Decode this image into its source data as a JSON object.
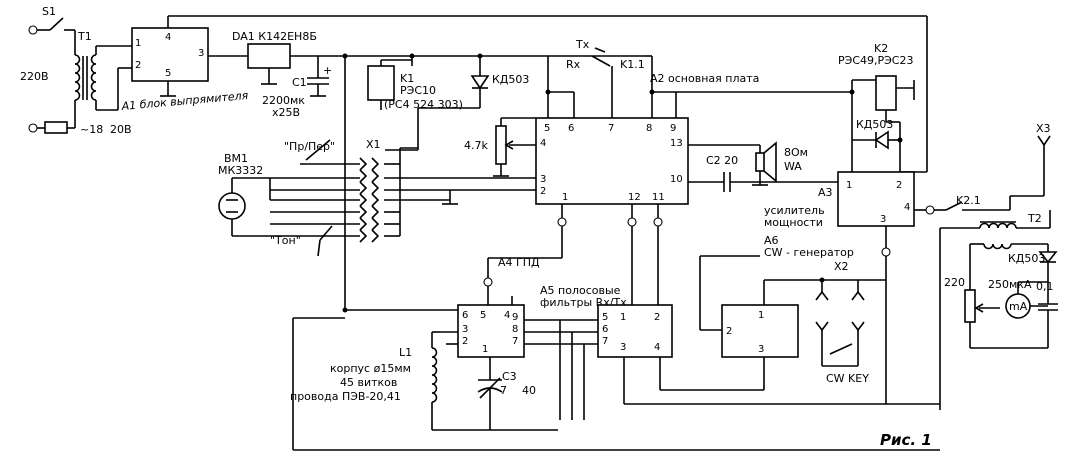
{
  "labels": {
    "s1": "S1",
    "t1": "T1",
    "mains_v": "220В",
    "sec_v1": "~18",
    "sec_v2": "20В",
    "a1_name": "А1 блок выпрямителя",
    "da1": "DA1 К142ЕН8Б",
    "c1_ref": "C1",
    "c1_val": "2200мк",
    "c1_volt": "х25В",
    "k1_ref": "K1",
    "k1_type": "РЭС10",
    "k1_pass": "(РС4 524 303)",
    "vd_k1": "КД503",
    "tx": "Tx",
    "rx": "Rx",
    "k1_1": "K1.1",
    "a2_name": "А2 основная плата",
    "k2_ref": "K2",
    "k2_type": "РЭС49,РЭС23",
    "vd_k2": "КД503",
    "r_47k": "4.7k",
    "c2": "С2 20",
    "spk_ohm": "8Ом",
    "spk_ref": "WA",
    "x3": "X3",
    "bm1": "ВМ1",
    "mic_type": "МК3332",
    "pr_per": "\"Пр/Пер\"",
    "ton": "\"Тон\"",
    "x1": "X1",
    "a3_name1": "А3",
    "a3_name2": "усилитель",
    "a3_name3": "мощности",
    "k2_1": "K2.1",
    "t2": "T2",
    "vd_t2": "КД503",
    "r220": "220",
    "ma_range": "250мкА",
    "ma_sym": "mA",
    "c01": "0,1",
    "a6_name1": "А6",
    "a6_name2": "CW - генератор",
    "x2": "X2",
    "cw_key": "CW KEY",
    "a4": "А4 ГПД",
    "a5_name1": "А5 полосовые",
    "a5_name2": "фильтры Rx/Tx",
    "l1_ref": "L1",
    "l1_t1": "корпус ø15мм",
    "l1_t2": "45 витков",
    "l1_t3": "провода ПЭВ-20,41",
    "c3_ref": "С3",
    "c3_val1": "7",
    "c3_val2": "40",
    "caption": "Рис. 1"
  },
  "pins": {
    "a1": [
      "1",
      "2",
      "4",
      "3",
      "5"
    ],
    "a2": [
      "5",
      "6",
      "7",
      "8",
      "9",
      "4",
      "13",
      "10",
      "1",
      "12",
      "11",
      "3",
      "2"
    ],
    "a3": [
      "1",
      "2",
      "3",
      "4"
    ],
    "a4": [
      "6",
      "5",
      "4",
      "3",
      "2",
      "1",
      "9",
      "8",
      "7"
    ],
    "a5": [
      "5",
      "1",
      "2",
      "6",
      "7",
      "3",
      "4"
    ],
    "a6": [
      "2",
      "1",
      "3"
    ]
  }
}
